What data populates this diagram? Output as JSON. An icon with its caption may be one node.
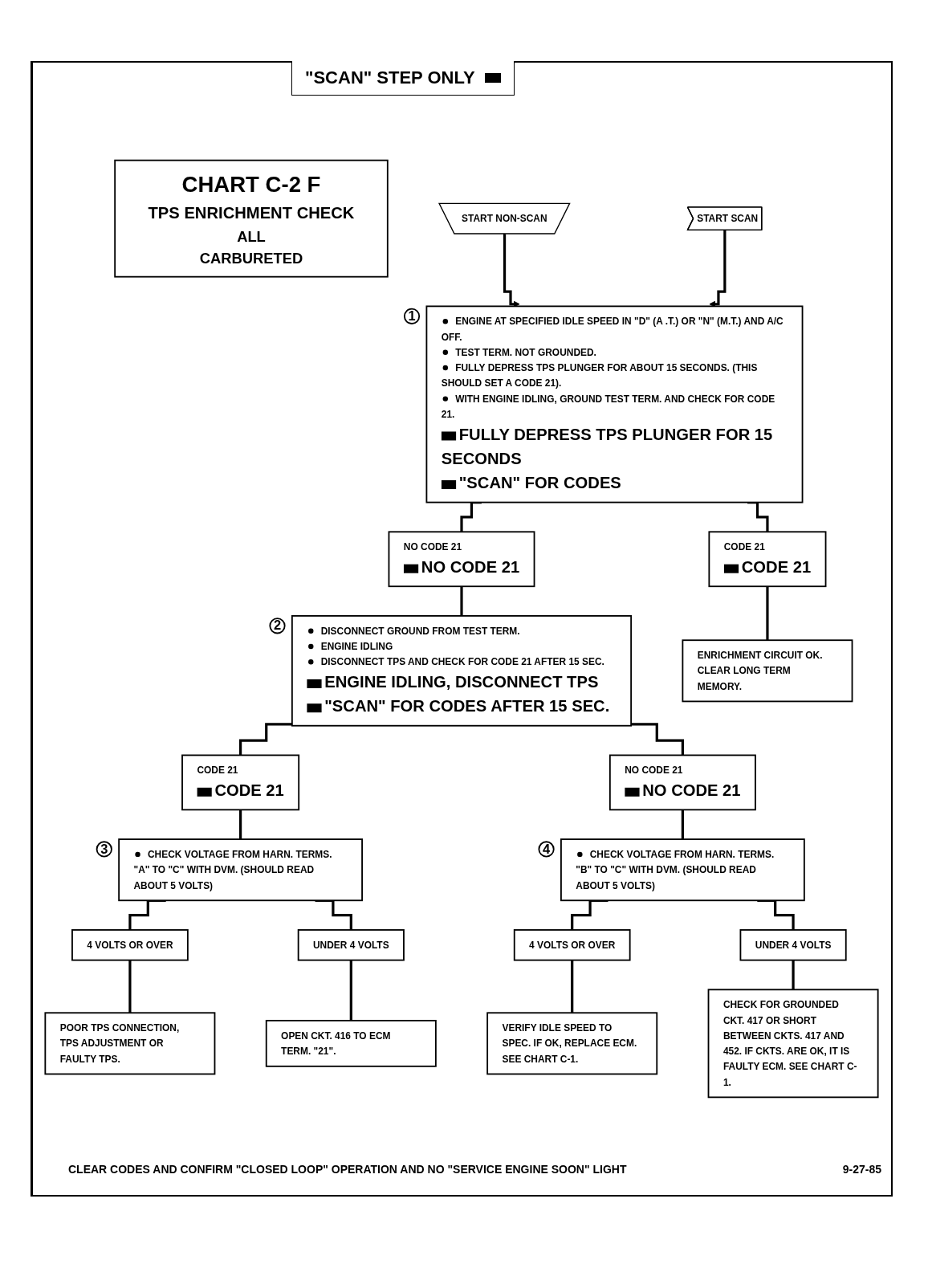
{
  "diagram": {
    "nodes": [
      {
        "text": [
          "CHART C-2 F",
          "TPS ENRICHMENT CHECK",
          "ALL",
          "CARBURETED"
        ]
      },
      {
        "text": [
          "START NON-SCAN"
        ]
      },
      {
        "text": [
          "1"
        ]
      },
      {
        "text": [
          "START SCAN"
        ]
      },
      {
        "text": [
          "ENGINE AT SPECIFIED IDLE SPEED IN \"D\" (A .T.) OR \"N\" (M.T.) AND A/C OFF.",
          "TEST TERM. NOT GROUNDED.",
          "FULLY DEPRESS TPS PLUNGER FOR ABOUT 15 SECONDS. (THIS SHOULD SET A CODE 21).",
          "WITH ENGINE IDLING, GROUND TEST TERM. AND CHECK FOR CODE 21.",
          "FULLY DEPRESS TPS PLUNGER FOR 15 SECONDS",
          "\"SCAN\" FOR CODES"
        ]
      },
      {
        "text": [
          "NO CODE 21",
          "NO CODE 21"
        ]
      },
      {
        "text": [
          "CODE 21",
          "CODE 21"
        ]
      },
      {
        "text": [
          "2"
        ]
      },
      {
        "text": [
          "DISCONNECT GROUND FROM TEST TERM.",
          "ENGINE IDLING",
          "DISCONNECT TPS AND CHECK FOR CODE 21 AFTER 15 SEC.",
          "ENGINE IDLING, DISCONNECT TPS",
          "\"SCAN\" FOR CODES AFTER 15 SEC."
        ]
      },
      {
        "text": [
          "ENRICHMENT CIRCUIT OK. CLEAR LONG TERM MEMORY."
        ]
      },
      {
        "text": [
          "CODE 21",
          "CODE 21"
        ]
      },
      {
        "text": [
          "NO CODE 21",
          "NO CODE 21"
        ]
      },
      {
        "text": [
          "3"
        ]
      },
      {
        "text": [
          "CHECK VOLTAGE FROM HARN. TERMS. \"A\" TO \"C\" WITH DVM. (SHOULD READ ABOUT 5 VOLTS)"
        ]
      },
      {
        "text": [
          "4"
        ]
      },
      {
        "text": [
          "CHECK VOLTAGE FROM HARN. TERMS. \"B\" TO \"C\" WITH DVM. (SHOULD READ ABOUT 5 VOLTS)"
        ]
      },
      {
        "text": [
          "4 VOLTS OR OVER"
        ]
      },
      {
        "text": [
          "UNDER 4 VOLTS"
        ]
      },
      {
        "text": [
          "4 VOLTS OR OVER"
        ]
      },
      {
        "text": [
          "UNDER 4 VOLTS"
        ]
      },
      {
        "text": [
          "POOR TPS CONNECTION, TPS ADJUSTMENT OR FAULTY TPS."
        ]
      },
      {
        "text": [
          "OPEN CKT. 416 TO ECM TERM. \"21\"."
        ]
      },
      {
        "text": [
          "VERIFY IDLE SPEED TO SPEC. IF OK, REPLACE ECM. SEE CHART C-1."
        ]
      },
      {
        "text": [
          "CHECK FOR GROUNDED CKT. 417 OR SHORT BETWEEN CKTS. 417 AND 452. IF CKTS. ARE OK, IT IS FAULTY ECM. SEE CHART C-1."
        ]
      }
    ],
    "edges": [
      {
        "from": 1,
        "to": 4,
        "arrow": "to"
      },
      {
        "from": 3,
        "to": 4,
        "arrow": "to"
      },
      {
        "from": 4,
        "to": 5,
        "arrow": "none"
      },
      {
        "from": 4,
        "to": 6,
        "arrow": "none"
      },
      {
        "from": 5,
        "to": 8,
        "arrow": "none"
      },
      {
        "from": 6,
        "to": 9,
        "arrow": "none"
      },
      {
        "from": 8,
        "to": 10,
        "arrow": "none"
      },
      {
        "from": 8,
        "to": 11,
        "arrow": "none"
      },
      {
        "from": 10,
        "to": 13,
        "arrow": "none"
      },
      {
        "from": 11,
        "to": 15,
        "arrow": "none"
      },
      {
        "from": 13,
        "to": 16,
        "arrow": "none"
      },
      {
        "from": 13,
        "to": 17,
        "arrow": "none"
      },
      {
        "from": 15,
        "to": 18,
        "arrow": "none"
      },
      {
        "from": 15,
        "to": 19,
        "arrow": "none"
      },
      {
        "from": 16,
        "to": 20,
        "arrow": "none"
      },
      {
        "from": 17,
        "to": 21,
        "arrow": "none"
      },
      {
        "from": 18,
        "to": 22,
        "arrow": "none"
      },
      {
        "from": 19,
        "to": 23,
        "arrow": "none"
      }
    ],
    "labels": [
      "CLEAR CODES AND CONFIRM \"CLOSED LOOP\" OPERATION AND NO \"SERVICE ENGINE SOON\" LIGHT",
      "9-27-85"
    ],
    "legend": [
      {
        "text": "\"SCAN\" STEP ONLY",
        "color": "#000000"
      }
    ]
  }
}
